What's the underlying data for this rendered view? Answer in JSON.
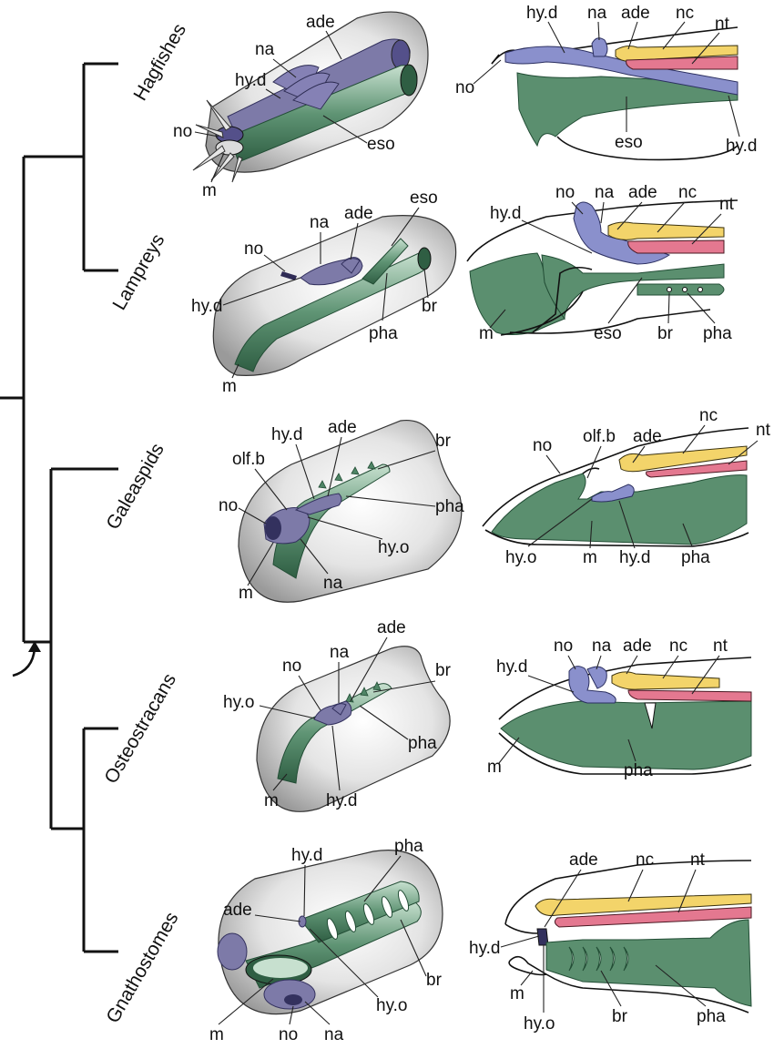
{
  "taxa": [
    "Hagfishes",
    "Lampreys",
    "Galeaspids",
    "Osteostracans",
    "Gnathostomes"
  ],
  "abbr": {
    "ade": "ade",
    "na": "na",
    "hyd": "hy.d",
    "no": "no",
    "eso": "eso",
    "m": "m",
    "nc": "nc",
    "nt": "nt",
    "br": "br",
    "pha": "pha",
    "olfb": "olf.b",
    "hyo": "hy.o"
  },
  "colors": {
    "pharynx_green": "#5b8f6f",
    "organ_purple": "#7d7aa8",
    "hypophysis_blue": "#8a90cc",
    "notochord_pink": "#e47890",
    "nerve_yellow": "#f3d46a"
  }
}
